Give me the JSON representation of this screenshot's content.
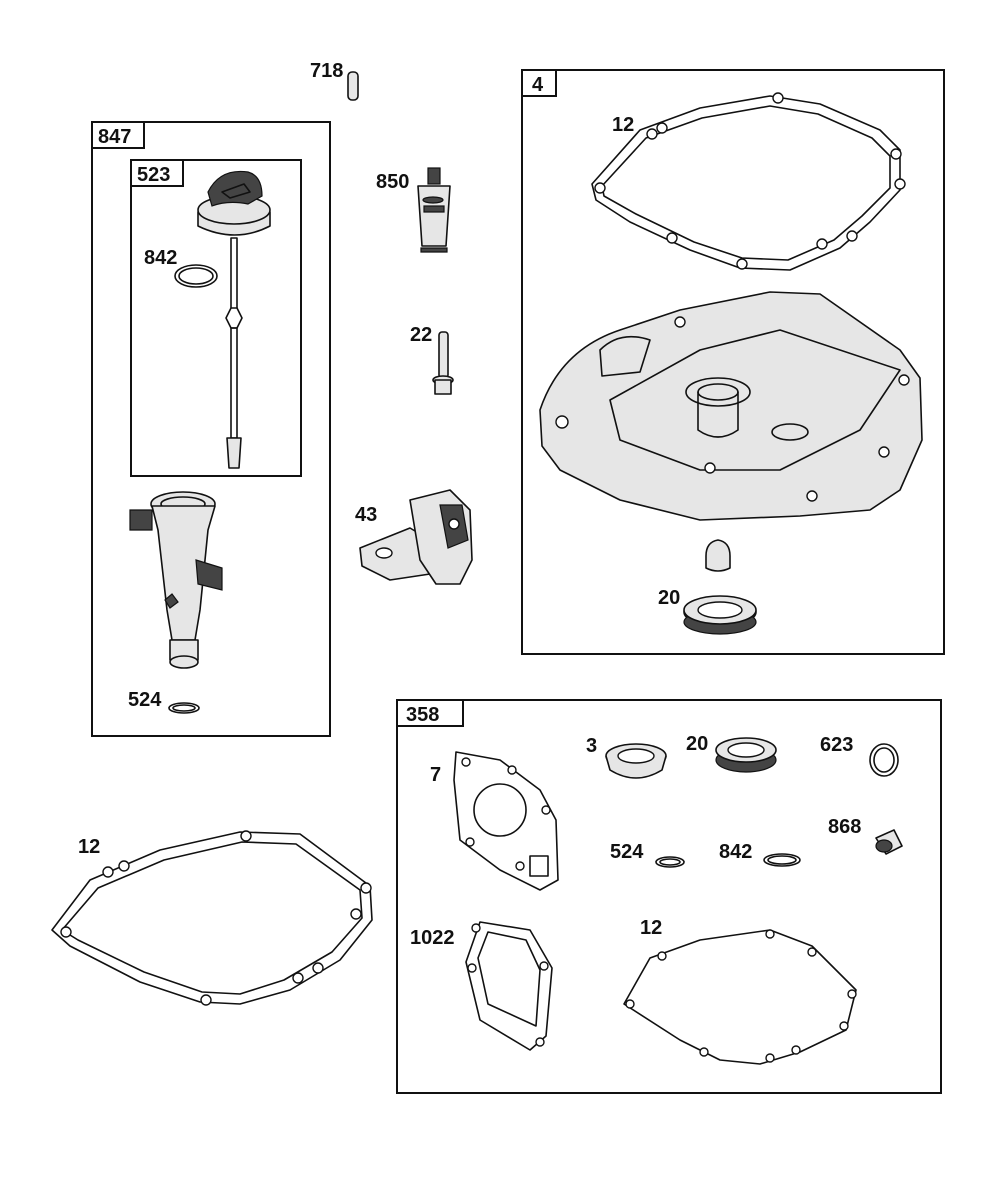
{
  "labels": {
    "kit_847": "847",
    "kit_523": "523",
    "kit_4": "4",
    "kit_358": "358",
    "part_718": "718",
    "part_850": "850",
    "part_22": "22",
    "part_43": "43",
    "part_842_dipstick": "842",
    "part_524_tube": "524",
    "part_12_sump": "12",
    "part_20_sump": "20",
    "part_12_loose": "12",
    "part_3": "3",
    "part_20_kit": "20",
    "part_623": "623",
    "part_7": "7",
    "part_868": "868",
    "part_524_kit": "524",
    "part_842_kit": "842",
    "part_1022": "1022",
    "part_12_kit": "12"
  }
}
